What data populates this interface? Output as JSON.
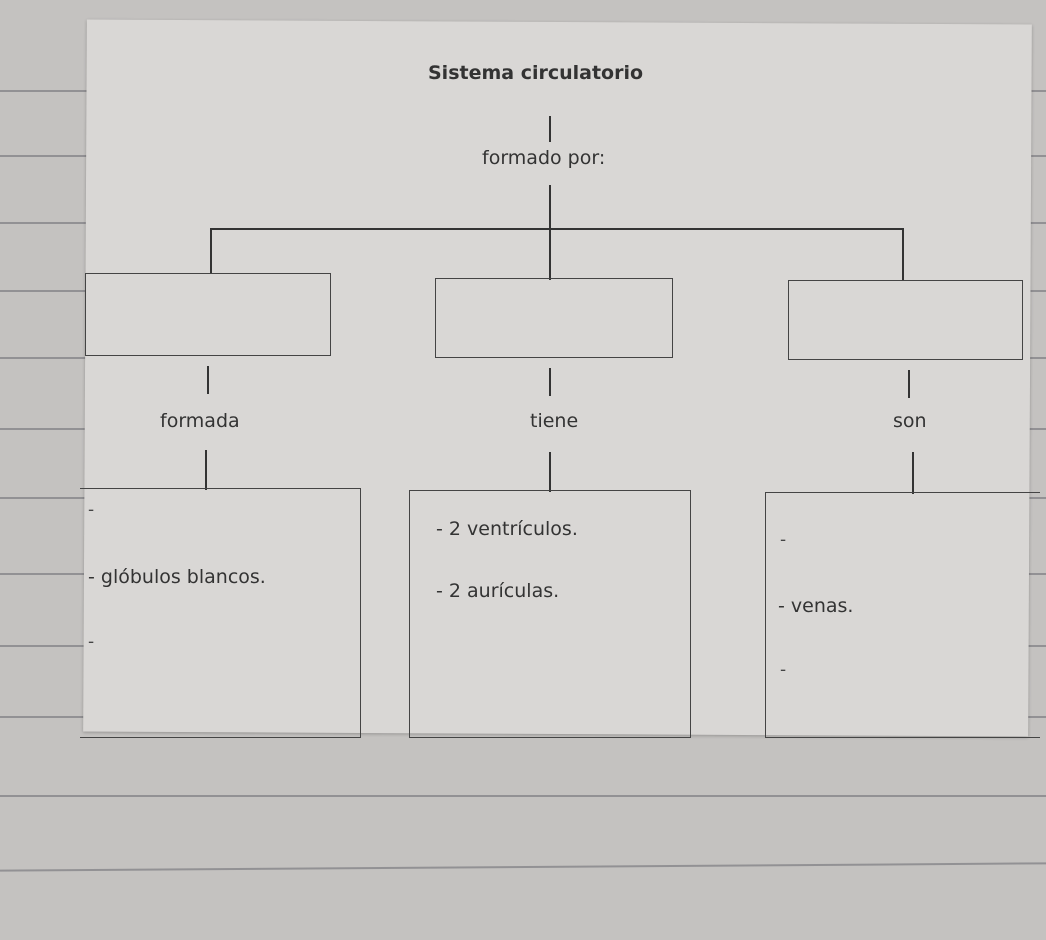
{
  "title": "Sistema circulatorio",
  "connector_top": "formado por:",
  "branches": [
    {
      "connector": "formada",
      "items": [
        "-",
        "- glóbulos blancos.",
        "-"
      ]
    },
    {
      "connector": "tiene",
      "items": [
        "- 2 ventrículos.",
        "- 2 aurículas."
      ]
    },
    {
      "connector": "son",
      "items": [
        "-",
        "- venas.",
        "-"
      ]
    }
  ]
}
